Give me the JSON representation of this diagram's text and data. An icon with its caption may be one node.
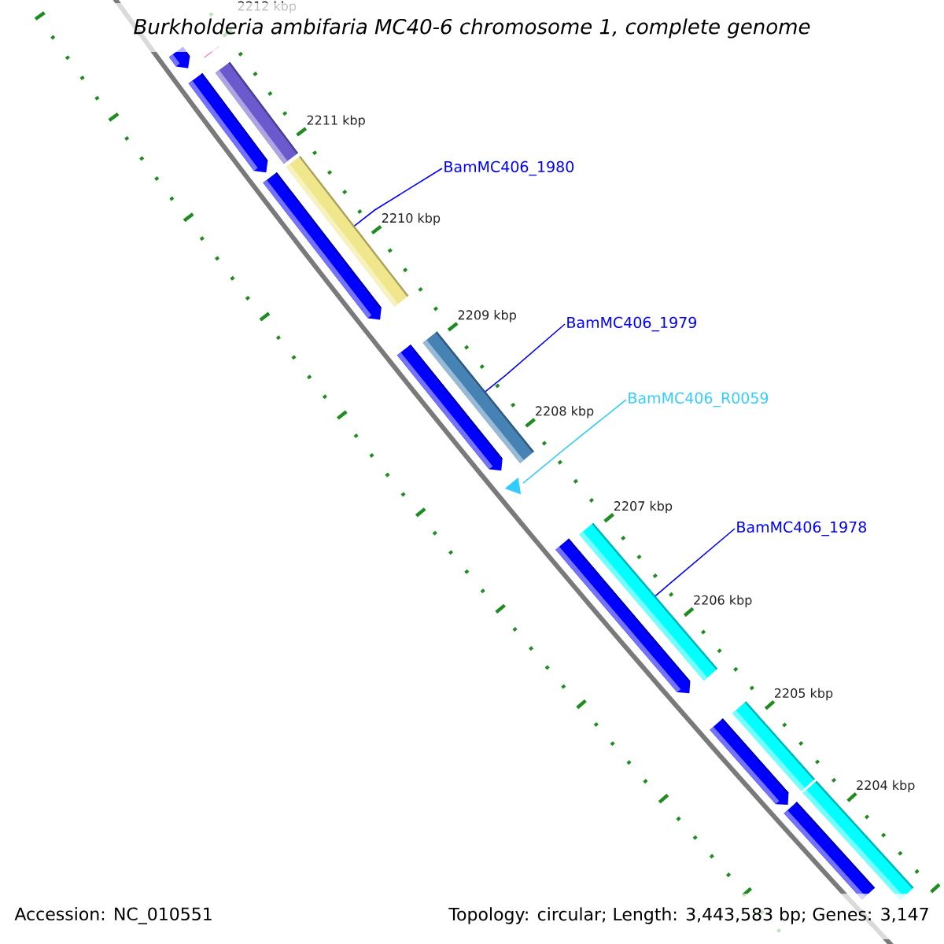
{
  "diagram": {
    "title": "Burkholderia ambifaria MC40-6 chromosome 1, complete genome",
    "nodes": [
      {
        "text": [
          "BamMC406_1980"
        ]
      },
      {
        "text": [
          "BamMC406_1979"
        ]
      },
      {
        "text": [
          "BamMC406_R0059"
        ]
      },
      {
        "text": [
          "BamMC406_1978"
        ]
      },
      {
        "text": [],
        "shape": "bar"
      },
      {
        "text": [],
        "shape": "arrow"
      },
      {
        "text": [],
        "shape": "bar"
      },
      {
        "text": [],
        "shape": "arrow"
      },
      {
        "text": [],
        "shape": "bar"
      },
      {
        "text": [],
        "shape": "arrow"
      },
      {
        "text": [],
        "shape": "bar"
      },
      {
        "text": [],
        "shape": "arrow"
      },
      {
        "text": [],
        "shape": "triangle"
      },
      {
        "text": [],
        "shape": "bar"
      },
      {
        "text": [],
        "shape": "arrow"
      },
      {
        "text": [],
        "shape": "bar"
      },
      {
        "text": [],
        "shape": "arrow"
      },
      {
        "text": [],
        "shape": "bar"
      },
      {
        "text": [],
        "shape": "arrow"
      }
    ],
    "edges": [
      {
        "from": 0,
        "to": 8,
        "arrow": "none"
      },
      {
        "from": 1,
        "to": 10,
        "arrow": "none"
      },
      {
        "from": 2,
        "to": 12,
        "arrow": "none",
        "color": "#33ccff"
      },
      {
        "from": 3,
        "to": 13,
        "arrow": "none"
      }
    ],
    "labels": [
      "2212 kbp",
      "2211 kbp",
      "2210 kbp",
      "2209 kbp",
      "2208 kbp",
      "2207 kbp",
      "2206 kbp",
      "2205 kbp",
      "2204 kbp",
      "Accession: NC_010551",
      "Topology: circular; Length: 3,443,583 bp; Genes: 3,147"
    ]
  }
}
